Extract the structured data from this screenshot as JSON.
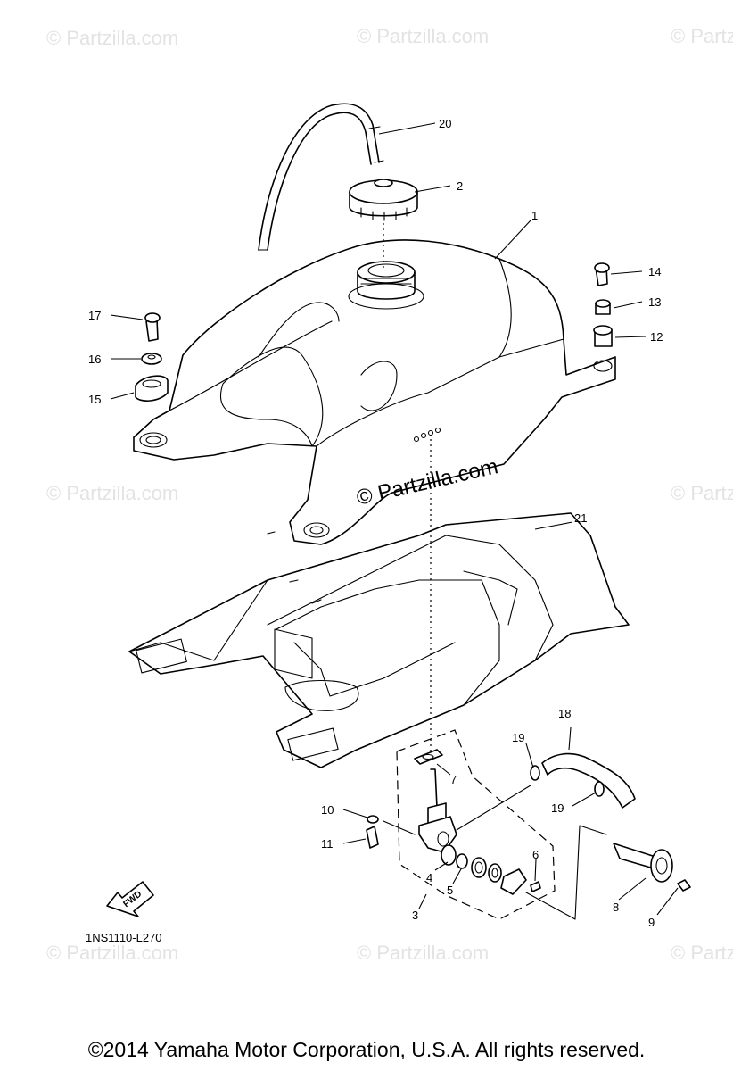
{
  "watermark": "© Partzilla.com",
  "center_watermark": "© Partzilla.com",
  "diagram_code": "1NS1110-L270",
  "fwd_label": "FWD",
  "copyright": "©2014  Yamaha Motor Corporation, U.S.A. All rights reserved.",
  "callouts": [
    "1",
    "2",
    "3",
    "4",
    "5",
    "6",
    "7",
    "8",
    "9",
    "10",
    "11",
    "12",
    "13",
    "14",
    "15",
    "16",
    "17",
    "18",
    "19",
    "19",
    "20",
    "21"
  ]
}
